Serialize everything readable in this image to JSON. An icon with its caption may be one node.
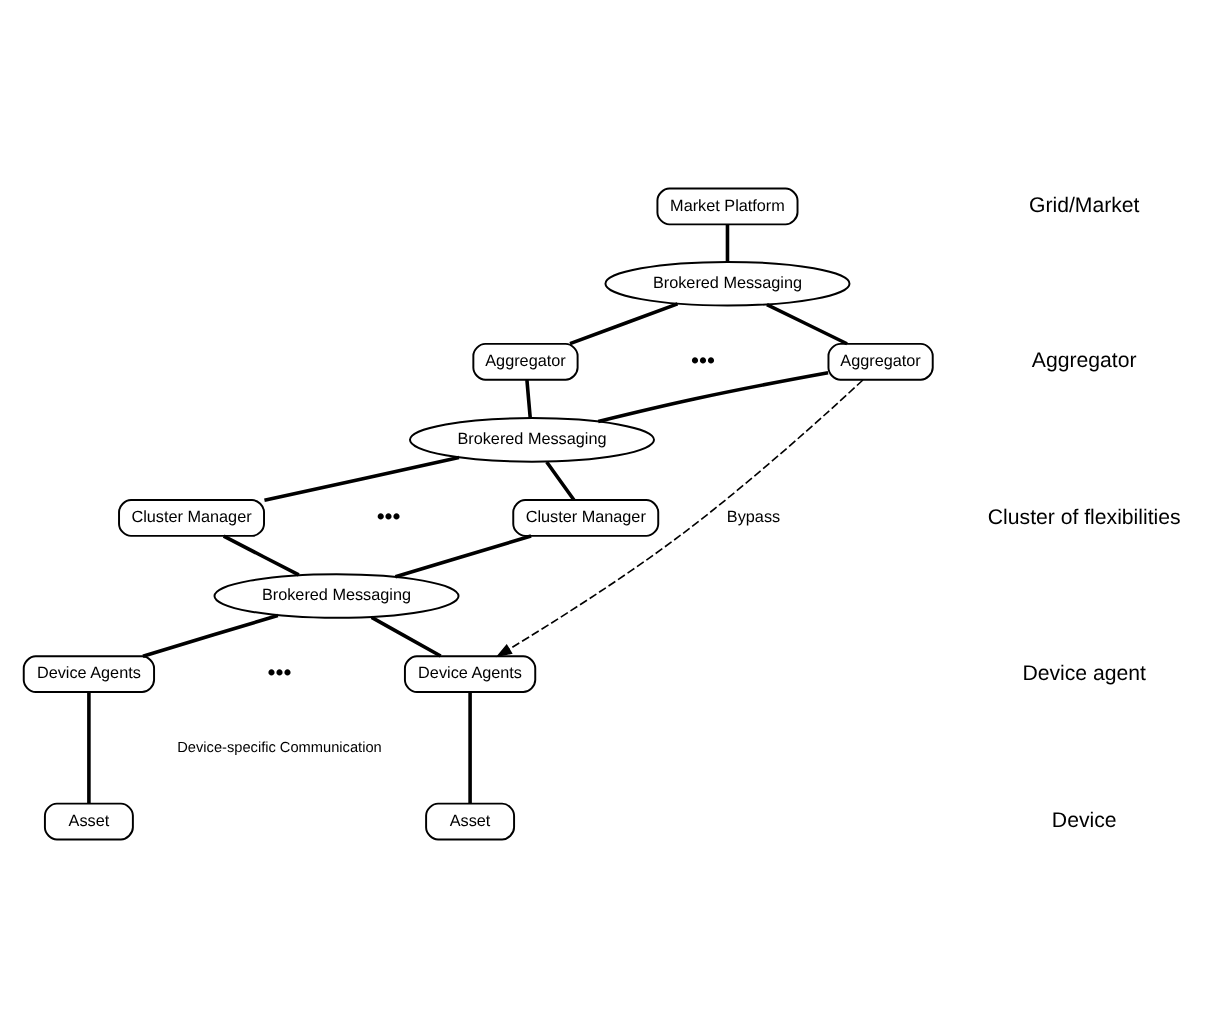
{
  "diagram": {
    "nodes": [
      {
        "text": [
          "Market Platform"
        ]
      },
      {
        "text": [
          "Brokered Messaging"
        ]
      },
      {
        "text": [
          "Aggregator"
        ]
      },
      {
        "text": [
          "Aggregator"
        ]
      },
      {
        "text": [
          "Brokered Messaging"
        ]
      },
      {
        "text": [
          "Cluster Manager"
        ]
      },
      {
        "text": [
          "Cluster Manager"
        ]
      },
      {
        "text": [
          "Brokered Messaging"
        ]
      },
      {
        "text": [
          "Device Agents"
        ]
      },
      {
        "text": [
          "Device Agents"
        ]
      },
      {
        "text": [
          "Asset"
        ]
      },
      {
        "text": [
          "Asset"
        ]
      }
    ],
    "edges": [
      {
        "from": 0,
        "to": 1,
        "arrow": "none"
      },
      {
        "from": 1,
        "to": 2,
        "arrow": "none"
      },
      {
        "from": 1,
        "to": 3,
        "arrow": "none"
      },
      {
        "from": 2,
        "to": 4,
        "arrow": "none"
      },
      {
        "from": 3,
        "to": 4,
        "arrow": "none"
      },
      {
        "from": 4,
        "to": 5,
        "arrow": "none"
      },
      {
        "from": 4,
        "to": 6,
        "arrow": "none"
      },
      {
        "from": 5,
        "to": 7,
        "arrow": "none"
      },
      {
        "from": 6,
        "to": 7,
        "arrow": "none"
      },
      {
        "from": 7,
        "to": 8,
        "arrow": "none"
      },
      {
        "from": 7,
        "to": 9,
        "arrow": "none"
      },
      {
        "from": 8,
        "to": 10,
        "arrow": "none"
      },
      {
        "from": 9,
        "to": 11,
        "arrow": "none"
      },
      {
        "from": 3,
        "to": 9,
        "arrow": "to",
        "label": "Bypass",
        "style": "dashed"
      }
    ],
    "labels": [
      "Grid/Market",
      "Aggregator",
      "•••",
      "Cluster of flexibilities",
      "•••",
      "Device agent",
      "•••",
      "Device-specific Communication",
      "Device"
    ]
  }
}
